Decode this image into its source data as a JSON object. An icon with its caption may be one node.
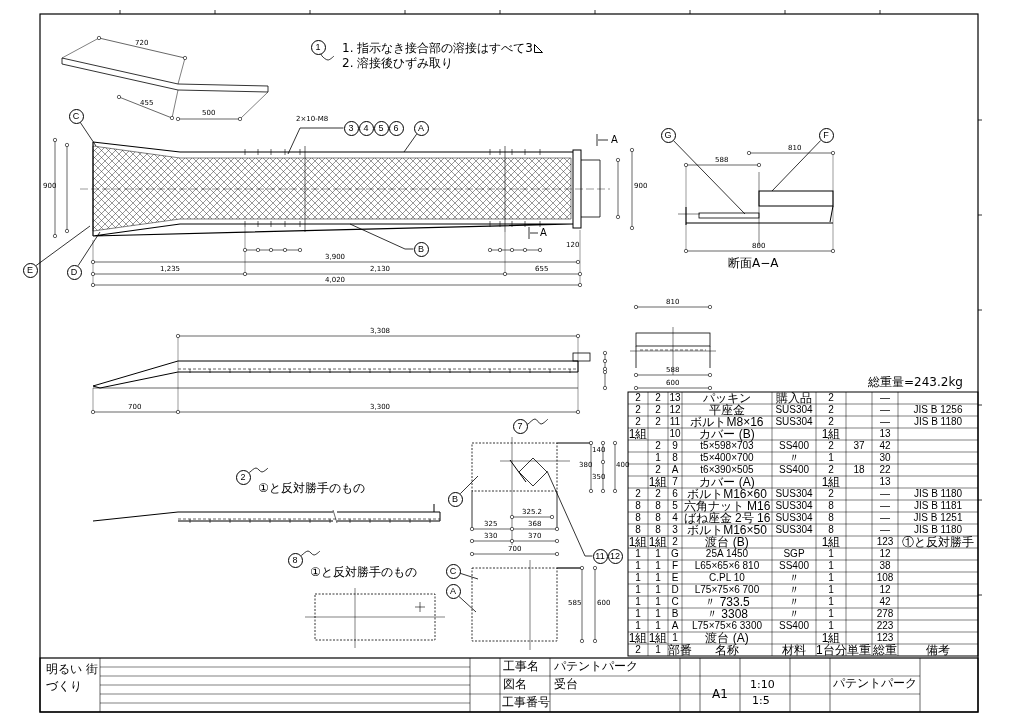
{
  "diagram": {
    "nodes": [
      {
        "text": [
          "1"
        ]
      },
      {
        "text": [
          "C"
        ]
      },
      {
        "text": [
          "E"
        ]
      },
      {
        "text": [
          "D"
        ]
      },
      {
        "text": [
          "3"
        ]
      },
      {
        "text": [
          "4"
        ]
      },
      {
        "text": [
          "5"
        ]
      },
      {
        "text": [
          "6"
        ]
      },
      {
        "text": [
          "A"
        ]
      },
      {
        "text": [
          "B"
        ]
      },
      {
        "text": [
          "G"
        ]
      },
      {
        "text": [
          "F"
        ]
      },
      {
        "text": [
          "7"
        ]
      },
      {
        "text": [
          "2"
        ]
      },
      {
        "text": [
          "B"
        ]
      },
      {
        "text": [
          "11"
        ]
      },
      {
        "text": [
          "12"
        ]
      },
      {
        "text": [
          "8"
        ]
      },
      {
        "text": [
          "C"
        ]
      },
      {
        "text": [
          "A"
        ]
      }
    ],
    "edges": [
      {
        "from": 0,
        "to": null,
        "arrow": "none"
      },
      {
        "from": 1,
        "to": null,
        "arrow": "none"
      },
      {
        "from": 2,
        "to": null,
        "arrow": "none"
      },
      {
        "from": 3,
        "to": null,
        "arrow": "none"
      },
      {
        "from": 4,
        "to": null,
        "arrow": "none"
      },
      {
        "from": 8,
        "to": null,
        "arrow": "none"
      },
      {
        "from": 9,
        "to": null,
        "arrow": "none"
      },
      {
        "from": 10,
        "to": null,
        "arrow": "none"
      },
      {
        "from": 11,
        "to": null,
        "arrow": "none"
      },
      {
        "from": 12,
        "to": null,
        "arrow": "none"
      },
      {
        "from": 13,
        "to": null,
        "arrow": "none"
      },
      {
        "from": 14,
        "to": null,
        "arrow": "none"
      },
      {
        "from": 15,
        "to": null,
        "arrow": "none"
      },
      {
        "from": 17,
        "to": null,
        "arrow": "none"
      },
      {
        "from": 18,
        "to": null,
        "arrow": "none"
      },
      {
        "from": 19,
        "to": null,
        "arrow": "none"
      }
    ],
    "labels": [
      "720",
      "455",
      "500",
      "1. 指示なき接合部の溶接はすべて3",
      "2. 溶接後ひずみ取り",
      "2×10-M8",
      "A",
      "900",
      "900",
      "A",
      "3,900",
      "120",
      "1,235",
      "2,130",
      "655",
      "4,020",
      "810",
      "588",
      "800",
      "断面A−A",
      "3,308",
      "700",
      "3,300",
      "810",
      "588",
      "600",
      "総重量=243.2kg",
      "140",
      "380",
      "350",
      "400",
      "325.2",
      "325",
      "368",
      "330",
      "370",
      "①と反対勝手のもの",
      "700",
      "585",
      "600",
      "①と反対勝手のもの",
      "2",
      "2",
      "13",
      "パッキン",
      "購入品",
      "2",
      "—",
      "2",
      "2",
      "12",
      "平座金",
      "SUS304",
      "2",
      "—",
      "JIS B 1256",
      "2",
      "2",
      "11",
      "ボルトM8×16",
      "SUS304",
      "2",
      "—",
      "JIS B 1180",
      "1組",
      "10",
      "カバー (B)",
      "1組",
      "13",
      "2",
      "9",
      "t5×598×703",
      "SS400",
      "2",
      "37",
      "42",
      "1",
      "8",
      "t5×400×700",
      "〃",
      "1",
      "30",
      "2",
      "A",
      "t6×390×505",
      "SS400",
      "2",
      "18",
      "22",
      "1組",
      "7",
      "カバー (A)",
      "1組",
      "13",
      "2",
      "2",
      "6",
      "ボルトM16×60",
      "SUS304",
      "2",
      "—",
      "JIS B 1180",
      "8",
      "8",
      "5",
      "六角ナット M16",
      "SUS304",
      "8",
      "—",
      "JIS B 1181",
      "8",
      "8",
      "4",
      "ばね座金 2号 16",
      "SUS304",
      "8",
      "—",
      "JIS B 1251",
      "8",
      "8",
      "3",
      "ボルトM16×50",
      "SUS304",
      "8",
      "—",
      "JIS B 1180",
      "1組",
      "1組",
      "2",
      "渡台 (B)",
      "1組",
      "123",
      "①と反対勝手",
      "1",
      "1",
      "G",
      "25A 1450",
      "SGP",
      "1",
      "12",
      "1",
      "1",
      "F",
      "L65×65×6 810",
      "SS400",
      "1",
      "38",
      "1",
      "1",
      "E",
      "C.PL 10",
      "〃",
      "1",
      "108",
      "1",
      "1",
      "D",
      "L75×75×6 700",
      "〃",
      "1",
      "12",
      "1",
      "1",
      "C",
      "〃 733.5",
      "〃",
      "1",
      "42",
      "1",
      "1",
      "B",
      "〃 3308",
      "〃",
      "1",
      "278",
      "1",
      "1",
      "A",
      "L75×75×6 3300",
      "SS400",
      "1",
      "223",
      "1組",
      "1組",
      "1",
      "渡台 (A)",
      "1組",
      "123",
      "2",
      "1",
      "部番",
      "名称",
      "材料",
      "1台分",
      "単重",
      "総重",
      "備考",
      "明るい 街づくり",
      "工事名",
      "パテントパーク",
      "図名",
      "受台",
      "工事番号",
      "A1",
      "1:10",
      "1:5",
      "パテントパーク"
    ]
  }
}
